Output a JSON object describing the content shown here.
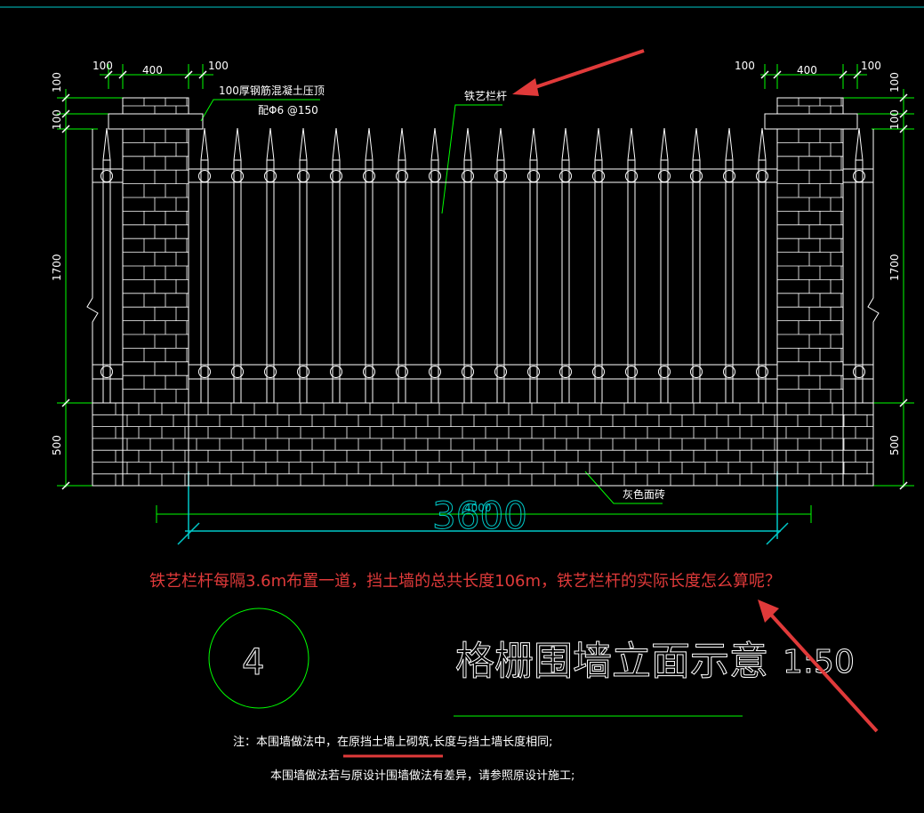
{
  "colors": {
    "background": "#000000",
    "line": "#ffffff",
    "dimension": "#00ff00",
    "cyan": "#00c8c8",
    "annotation_red": "#e03a3a"
  },
  "dimensions": {
    "left_gap_1": "100",
    "left_pillar_width": "400",
    "left_gap_2": "100",
    "right_gap_1": "100",
    "right_pillar_width": "400",
    "right_gap_2": "100",
    "left_v_top_1": "100",
    "left_v_top_2": "100",
    "left_v_fence": "1700",
    "left_v_base": "500",
    "right_v_top_1": "100",
    "right_v_top_2": "100",
    "right_v_fence": "1700",
    "right_v_base": "500",
    "span_small": "4000",
    "span_large": "3600"
  },
  "labels": {
    "coping_line1": "100厚钢筋混凝土压顶",
    "coping_line2": "配Φ6 @150",
    "railing": "铁艺栏杆",
    "tile": "灰色面砖"
  },
  "question": "铁艺栏杆每隔3.6m布置一道，挡土墙的总共长度106m，铁艺栏杆的实际长度怎么算呢？",
  "drawing": {
    "number": "4",
    "title": "格栅围墙立面示意",
    "scale": "1:50"
  },
  "notes": {
    "line1_prefix": "注：本围墙做法中，",
    "line1_underlined": "在原挡土墙上砌筑",
    "line1_suffix": ",长度与挡土墙长度相同;",
    "line2": "本围墙做法若与原设计围墙做法有差异，请参照原设计施工;"
  }
}
